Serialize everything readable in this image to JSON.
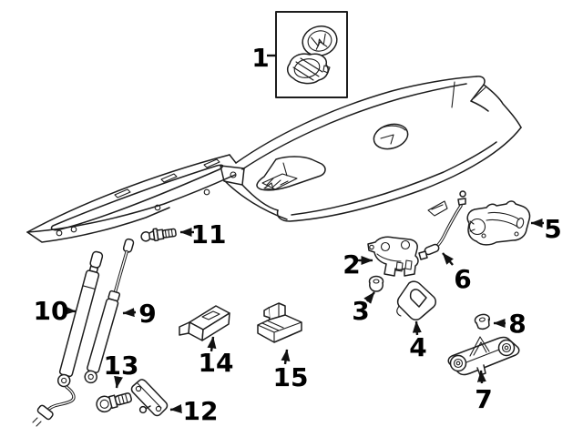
{
  "diagram_type": "exploded-parts-line-drawing",
  "colors": {
    "background": "#ffffff",
    "line": "#1d1d1d",
    "label_text": "#000000"
  },
  "callouts": [
    {
      "label": "1",
      "part": "vw-emblem-set"
    },
    {
      "label": "2",
      "part": "trunk-lid-latch"
    },
    {
      "label": "3",
      "part": "grommet-nut"
    },
    {
      "label": "4",
      "part": "lock-striker"
    },
    {
      "label": "5",
      "part": "lock-actuator"
    },
    {
      "label": "6",
      "part": "release-cable"
    },
    {
      "label": "7",
      "part": "handle-bracket"
    },
    {
      "label": "8",
      "part": "flange-nut"
    },
    {
      "label": "9",
      "part": "gas-support-strut"
    },
    {
      "label": "10",
      "part": "power-lift-strut"
    },
    {
      "label": "11",
      "part": "ball-stud"
    },
    {
      "label": "12",
      "part": "mounting-bracket"
    },
    {
      "label": "13",
      "part": "shoulder-bolt"
    },
    {
      "label": "14",
      "part": "license-plate-lamp"
    },
    {
      "label": "15",
      "part": "control-module"
    }
  ]
}
